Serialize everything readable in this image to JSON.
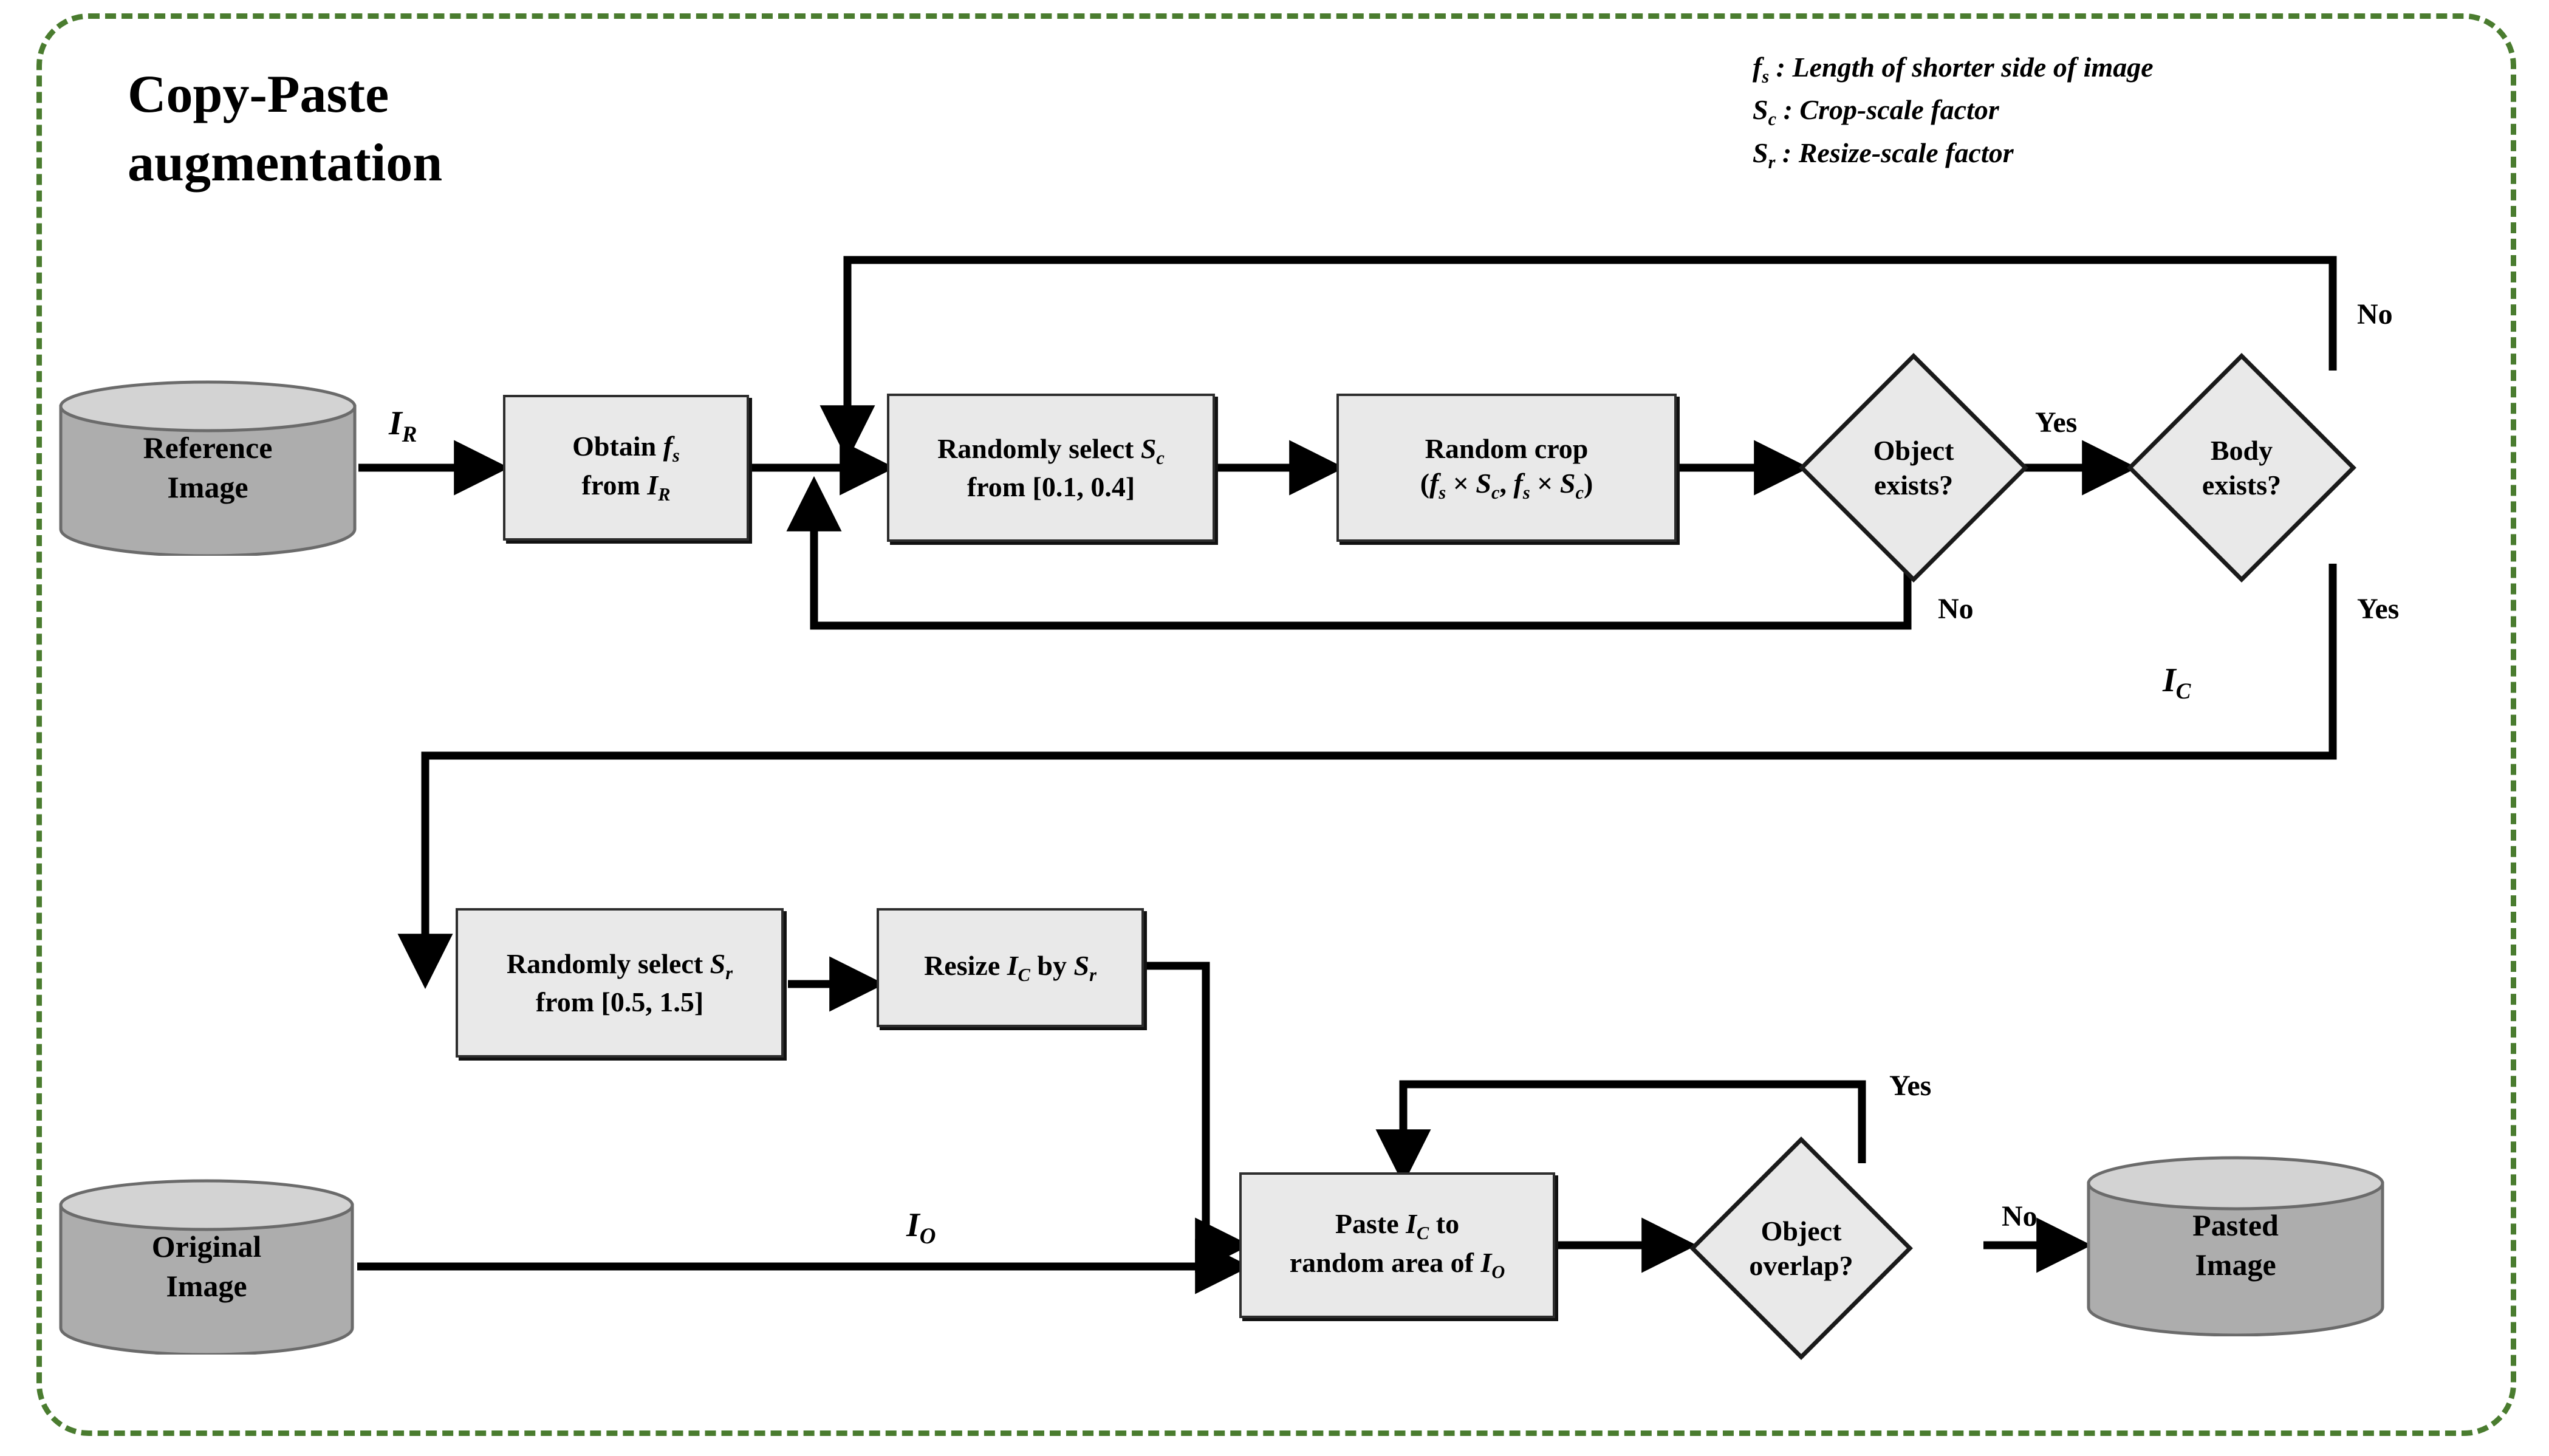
{
  "frame": {
    "border_color": "#4a7c2f",
    "style": "dashed-rounded"
  },
  "title": {
    "line1": "Copy-Paste",
    "line2": "augmentation"
  },
  "legend": {
    "items": [
      {
        "symbol": "f",
        "subscript": "s",
        "separator": ":",
        "description": "Length of shorter side of image"
      },
      {
        "symbol": "S",
        "subscript": "c",
        "separator": ":",
        "description": "Crop-scale factor"
      },
      {
        "symbol": "S",
        "subscript": "r",
        "separator": ":",
        "description": "Resize-scale factor"
      }
    ]
  },
  "nodes": {
    "reference_image": {
      "type": "cylinder",
      "line1": "Reference",
      "line2": "Image"
    },
    "obtain_fs": {
      "type": "process",
      "line1_a": "Obtain ",
      "line1_sym": "f",
      "line1_sub": "s",
      "line2_a": "from ",
      "line2_sym": "I",
      "line2_sub": "R"
    },
    "select_sc": {
      "type": "process",
      "line1_a": "Randomly select ",
      "line1_sym": "S",
      "line1_sub": "c",
      "line2": "from [0.1, 0.4]"
    },
    "random_crop": {
      "type": "process",
      "line1": "Random crop",
      "line2": "( f_s × S_c , f_s × S_c )"
    },
    "object_exists": {
      "type": "decision",
      "line1": "Object",
      "line2": "exists?"
    },
    "body_exists": {
      "type": "decision",
      "line1": "Body",
      "line2": "exists?"
    },
    "select_sr": {
      "type": "process",
      "line1_a": "Randomly select ",
      "line1_sym": "S",
      "line1_sub": "r",
      "line2": "from [0.5, 1.5]"
    },
    "resize_ic": {
      "type": "process",
      "line1_a": "Resize ",
      "line1_sym": "I",
      "line1_sub": "C",
      "line1_b": " by ",
      "line1_sym2": "S",
      "line1_sub2": "r"
    },
    "original_image": {
      "type": "cylinder",
      "line1": "Original",
      "line2": "Image"
    },
    "paste_ic": {
      "type": "process",
      "line1_a": "Paste ",
      "line1_sym": "I",
      "line1_sub": "C",
      "line1_b": " to",
      "line2_a": "random area of ",
      "line2_sym": "I",
      "line2_sub": "O"
    },
    "object_overlap": {
      "type": "decision",
      "line1": "Object",
      "line2": "overlap?"
    },
    "pasted_image": {
      "type": "cylinder",
      "line1": "Pasted",
      "line2": "Image"
    }
  },
  "edge_labels": {
    "ir": {
      "symbol": "I",
      "subscript": "R"
    },
    "ic": {
      "symbol": "I",
      "subscript": "C"
    },
    "io": {
      "symbol": "I",
      "subscript": "O"
    },
    "object_exists_yes": "Yes",
    "object_exists_no": "No",
    "body_exists_no": "No",
    "body_exists_yes": "Yes",
    "object_overlap_yes": "Yes",
    "object_overlap_no": "No"
  },
  "colors": {
    "frame_green": "#4a7c2f",
    "box_fill": "#e9e9e9",
    "cylinder_body": "#adadad",
    "cylinder_top": "#d3d3d3",
    "line": "#000000"
  }
}
